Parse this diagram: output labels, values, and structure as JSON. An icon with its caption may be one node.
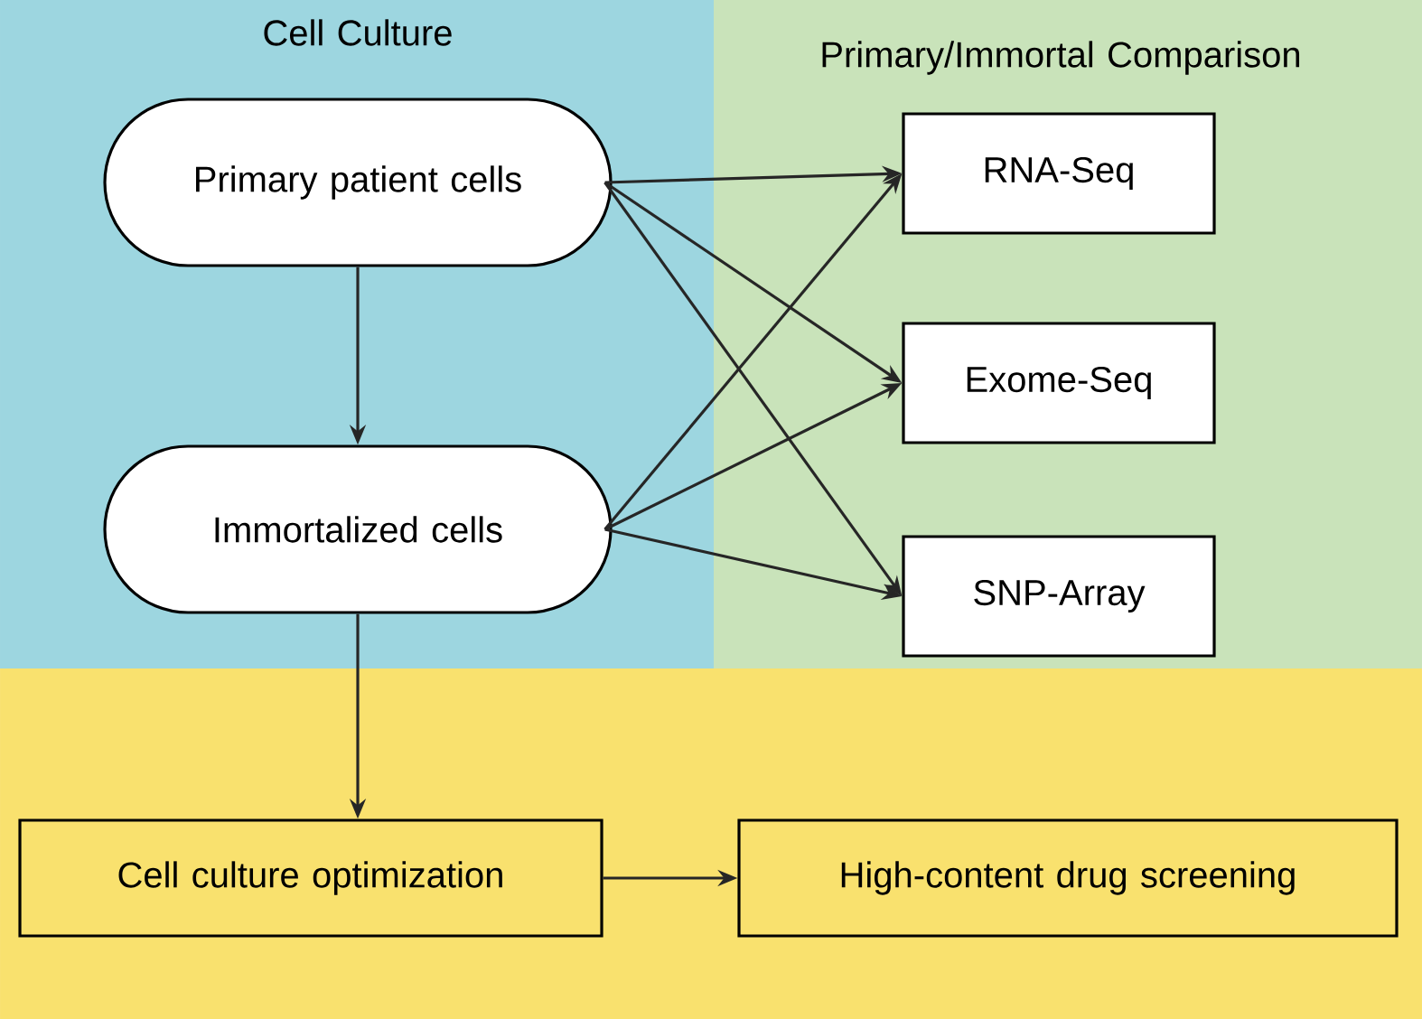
{
  "diagram": {
    "nodes": [
      {
        "text": [
          "Cell Culture"
        ]
      },
      {
        "text": [
          "Primary patient cells"
        ],
        "in": 0
      },
      {
        "text": [
          "Immortalized cells"
        ],
        "in": 0
      },
      {
        "text": [
          "Primary/Immortal Comparison"
        ]
      },
      {
        "text": [
          "RNA-Seq"
        ],
        "in": 3
      },
      {
        "text": [
          "Exome-Seq"
        ],
        "in": 3
      },
      {
        "text": [
          "SNP-Array"
        ],
        "in": 3
      },
      {
        "text": [],
        "shape": "box"
      },
      {
        "text": [
          "Cell culture optimization"
        ],
        "in": 7
      },
      {
        "text": [
          "High-content drug screening"
        ],
        "in": 7
      }
    ],
    "edges": [
      {
        "from": 1,
        "to": 2,
        "arrow": "to"
      },
      {
        "from": 1,
        "to": 4,
        "arrow": "to"
      },
      {
        "from": 1,
        "to": 5,
        "arrow": "to"
      },
      {
        "from": 1,
        "to": 6,
        "arrow": "to"
      },
      {
        "from": 2,
        "to": 4,
        "arrow": "to"
      },
      {
        "from": 2,
        "to": 5,
        "arrow": "to"
      },
      {
        "from": 2,
        "to": 6,
        "arrow": "to"
      },
      {
        "from": 2,
        "to": 8,
        "arrow": "to"
      },
      {
        "from": 8,
        "to": 9,
        "arrow": "to"
      }
    ]
  }
}
